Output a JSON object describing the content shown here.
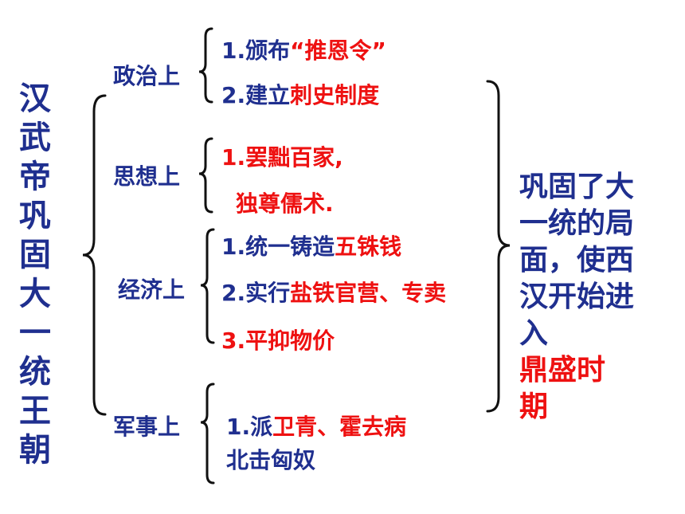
{
  "title_vertical": [
    "汉",
    "武",
    "帝",
    "巩",
    "固",
    "大",
    "一",
    "统",
    "王",
    "朝"
  ],
  "categories": {
    "politics": "政治上",
    "thought": "思想上",
    "economy": "经济上",
    "military": "军事上"
  },
  "politics_items": {
    "item1_prefix": "1.颁布",
    "item1_highlight": "“推恩令”",
    "item2_prefix": "2.建立",
    "item2_highlight": "刺史制度"
  },
  "thought_items": {
    "line1": "1.罢黜百家,",
    "line2": "独尊儒术."
  },
  "economy_items": {
    "item1_prefix": "1.统一铸造",
    "item1_highlight": "五铢钱",
    "item2_prefix": "2.实行",
    "item2_highlight": "盐铁官营、专卖",
    "item3": "3.平抑物价"
  },
  "military_items": {
    "item1_prefix": "1.派",
    "item1_highlight": "卫青、霍去病",
    "line2": "北击匈奴"
  },
  "conclusion": {
    "line1": "巩固了大",
    "line2": "一统的局",
    "line3": "面，使西",
    "line4": "汉开始进",
    "line5_prefix": "入",
    "line5_highlight": "鼎盛时",
    "line6": "期"
  },
  "colors": {
    "blue": "#1f2f8f",
    "red": "#ee1111"
  }
}
